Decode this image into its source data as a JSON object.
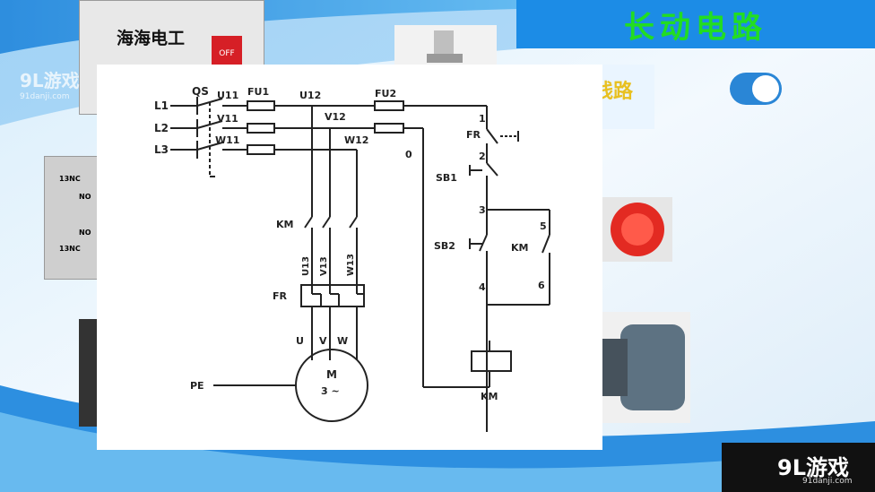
{
  "title": "长动电路",
  "photos": {
    "breaker_label": "海海电工",
    "breaker_switch_text": "OFF",
    "contact_block_labels": [
      "13NC",
      "NO",
      "NO",
      "13NC"
    ],
    "banner_fragment": "线路"
  },
  "watermark": {
    "logo": "9L游戏",
    "url": "91danji.com"
  },
  "diagram": {
    "phase_labels": [
      "L1",
      "L2",
      "L3"
    ],
    "switch_label": "QS",
    "terminal_labels_11": [
      "U11",
      "V11",
      "W11"
    ],
    "terminal_labels_12": [
      "U12",
      "V12",
      "W12"
    ],
    "terminal_labels_13": [
      "U13",
      "V13",
      "W13"
    ],
    "fuse_main": "FU1",
    "fuse_control": "FU2",
    "contactor_main": "KM",
    "thermal_relay": "FR",
    "motor_terminals": [
      "U",
      "V",
      "W"
    ],
    "motor_label": "M",
    "motor_phase": "3 ~",
    "earth": "PE",
    "node_0": "0",
    "ctrl_nodes": [
      "1",
      "2",
      "3",
      "4",
      "5",
      "6"
    ],
    "fr_contact": "FR",
    "stop_button": "SB1",
    "start_button": "SB2",
    "holding_contact": "KM",
    "coil_label": "KM"
  },
  "colors": {
    "banner": "#1c8ce6",
    "title_text": "#22dd22",
    "line": "#222222"
  }
}
